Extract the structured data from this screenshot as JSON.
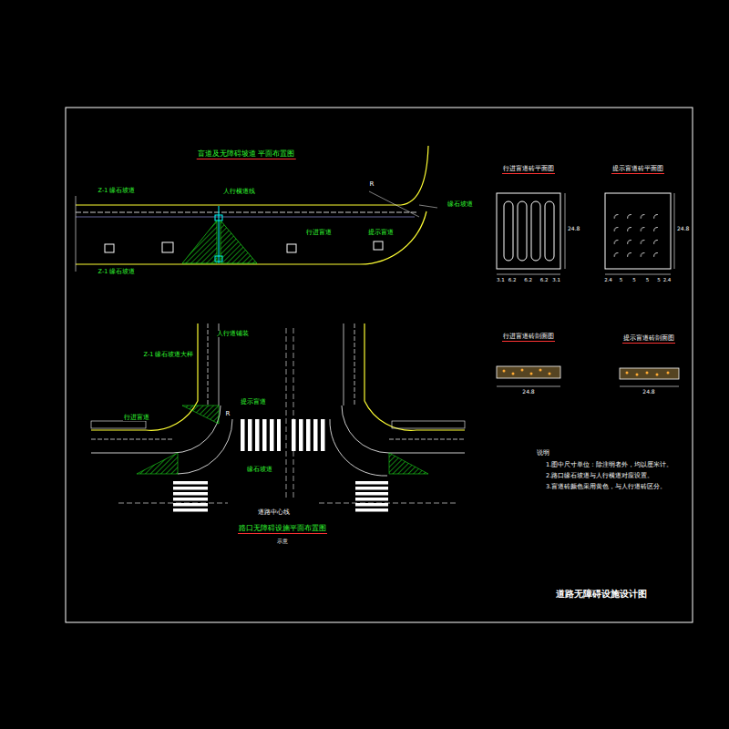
{
  "diagram": {
    "title": "道路无障碍设施设计图",
    "labels": [
      "盲道及无障碍坡道 平面布置图",
      "Z-1 缘石坡道",
      "人行横道线",
      "行进盲道",
      "Z-1 缘石坡道",
      "R",
      "提示盲道",
      "缘石坡道",
      "路口无障碍设施平面布置图",
      "示意",
      "人行道铺装",
      "Z-1 缘石坡道大样",
      "行进盲道",
      "提示盲道",
      "缘石坡道",
      "道路中心线",
      "R",
      "行进盲道砖平面图",
      "提示盲道砖平面图",
      "行进盲道砖剖面图",
      "提示盲道砖剖面图",
      "24.8",
      "24.8",
      "3.1",
      "6.2",
      "6.2",
      "6.2",
      "3.1",
      "2.4",
      "5",
      "5",
      "5",
      "5",
      "2.4",
      "24.8",
      "24.8",
      "说明",
      "1.图中尺寸单位：除注明者外，均以厘米计。",
      "2.路口缘石坡道与人行横道对应设置。",
      "3.盲道砖颜色采用黄色，与人行道砖区分。"
    ]
  }
}
